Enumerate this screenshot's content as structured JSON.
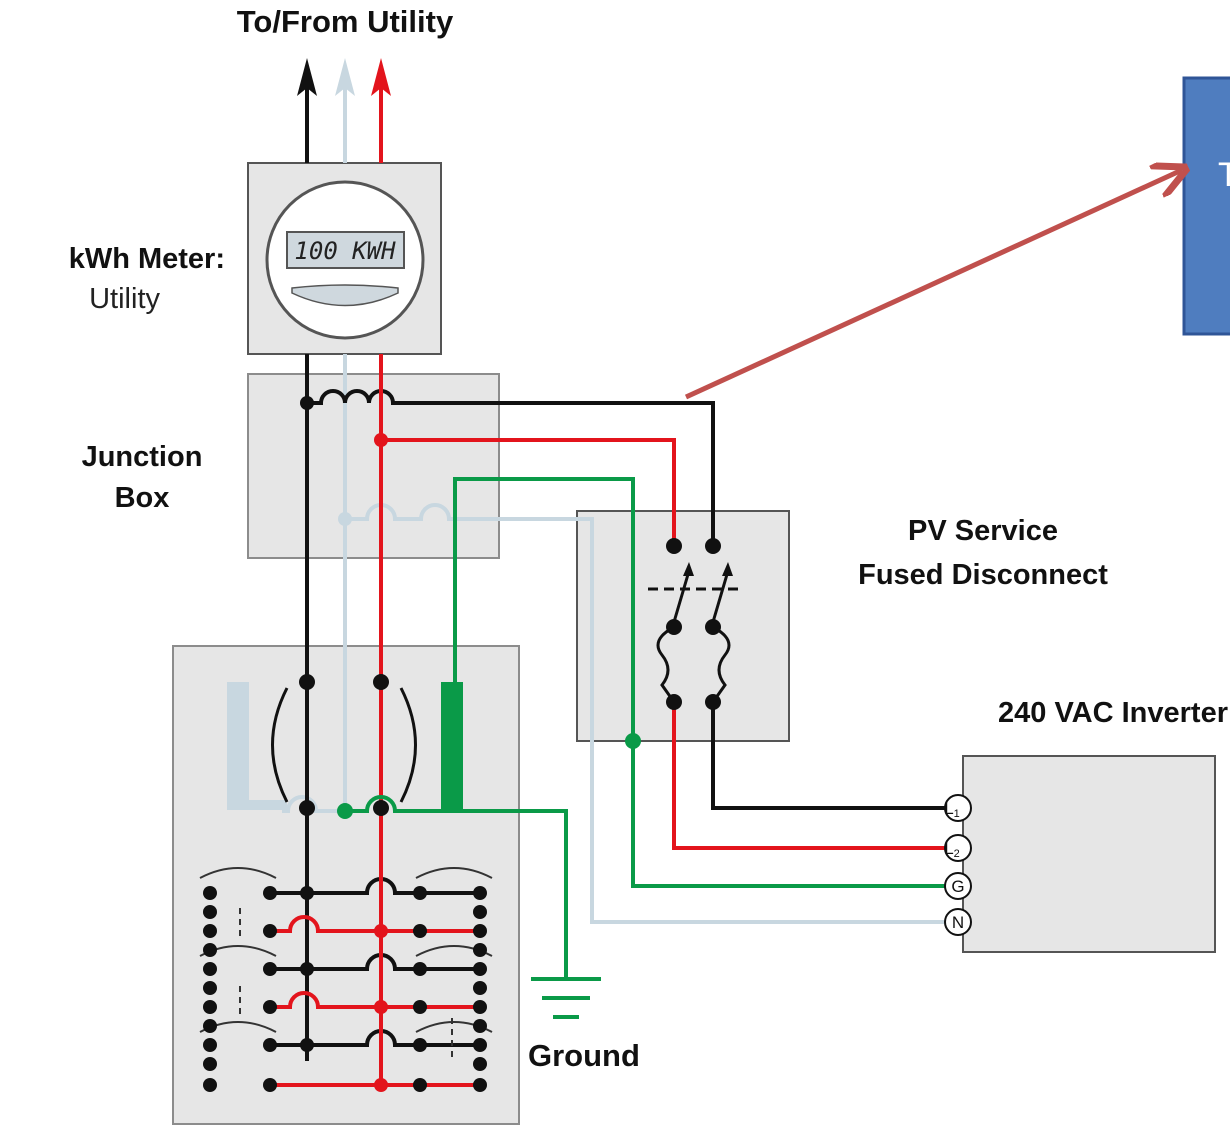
{
  "labels": {
    "utility": "To/From Utility",
    "meter_title": "kWh Meter:",
    "meter_sub": "Utility",
    "junction_line1": "Junction",
    "junction_line2": "Box",
    "pv_line1": "PV Service",
    "pv_line2": "Fused Disconnect",
    "inverter": "240 VAC Inverter",
    "ground": "Ground",
    "meter_display": "100 KWH"
  },
  "inverter_terminals": [
    {
      "letter": "L",
      "sub": "1"
    },
    {
      "letter": "L",
      "sub": "2"
    },
    {
      "letter": "G",
      "sub": ""
    },
    {
      "letter": "N",
      "sub": ""
    }
  ],
  "callout": {
    "text": "T"
  },
  "colors": {
    "line1": "#111111",
    "line2": "#e3141c",
    "neutral": "#c8d7e0",
    "ground": "#0a9a48",
    "box_fill": "#e6e6e6",
    "box_stroke": "#8c8c8c",
    "callout_fill": "#4f7dbf",
    "callout_stroke": "#2f5597",
    "arrow": "#c0504d"
  }
}
